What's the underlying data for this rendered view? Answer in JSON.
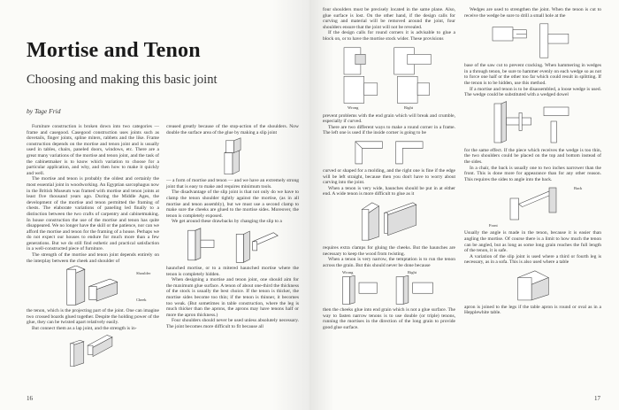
{
  "left_page": {
    "title": "Mortise and Tenon",
    "subtitle": "Choosing and making this basic joint",
    "byline": "by Tage Frid",
    "page_number": "16",
    "col1": [
      "Furniture construction is broken down into two categories — frame and casegood. Casegood construction uses joints such as dovetails, finger joints, spline miters, rabbets and the like. Frame construction depends on the mortise and tenon joint and is usually used in tables, chairs, paneled doors, windows, etc. There are a great many variations of the mortise and tenon joint, and the task of the cabinetmaker is to know which variation to choose for a particular application, and why, and then how to make it quickly and well.",
      "The mortise and tenon is probably the oldest and certainly the most essential joint in woodworking. An Egyptian sarcophagus now in the British Museum was framed with mortise and tenon joints at least five thousand years ago. During the Middle Ages, the development of the mortise and tenon permitted the framing of chests. The elaborate variations of paneling led finally to a distinction between the two crafts of carpentry and cabinetmaking. In house construction the use of the mortise and tenon has quite disappeared. We no longer have the skill or the patience, nor can we afford the mortise and tenon for the framing of a house. Perhaps we do not expect our houses to endure for much more than a few generations. But we do still find esthetic and practical satisfaction in a well-constructed piece of furniture.",
      "The strength of the mortise and tenon joint depends entirely on the interplay between the cheek and shoulder of"
    ],
    "col1b": [
      "the tenon, which is the projecting part of the joint. One can imagine two crossed boards glued together. Despite the holding power of the glue, they can be twisted apart relatively easily.",
      "But connect them as a lap joint, and the strength is in-"
    ],
    "labels": {
      "shoulder": "Shoulder",
      "cheek": "Cheek"
    },
    "col2a": "creased greatly because of the stop-action of the shoulders. Now double the surface area of the glue by making a slip joint",
    "col2b": [
      "— a form of mortise and tenon — and we have an extremely strong joint that is easy to make and requires minimum tools.",
      "The disadvantage of the slip joint is that not only do we have to clamp the tenon shoulder tightly against the mortise, (as in all mortise and tenon assembly), but we must use a second clamp to make sure the cheeks are glued to the mortise sides. Moreover, the tenon is completely exposed.",
      "We get around these drawbacks by changing the slip to a"
    ],
    "col2c": [
      "haunched mortise, or to a mitered haunched mortise where the tenon is completely hidden.",
      "When designing a mortise and tenon joint, one should aim for the maximum glue surface. A tenon of about one-third the thickness of the stock is usually the best choice. If the tenon is thicker, the mortise sides become too thin; if the tenon is thinner, it becomes too weak. (But sometimes in table construction, where the leg is much thicker than the aprons, the aprons may have tenons half or more the apron thickness.)",
      "Four shoulders should never be used unless absolutely necessary. The joint becomes more difficult to fit because all"
    ]
  },
  "right_page": {
    "page_number": "17",
    "col1a": [
      "four shoulders must be precisely located in the same plane. Also, glue surface is lost. On the other hand, if the design calls for curving and material will be removed around the joint, four shoulders ensure that the joint will not be revealed.",
      "If the design calls for round corners it is advisable to glue a block on, or to have the mortise stock wider. These provisions"
    ],
    "labels": {
      "wrong": "Wrong",
      "right": "Right",
      "back": "Back",
      "front": "Front"
    },
    "col1b": [
      "prevent problems with the end grain which will break and crumble, especially if curved.",
      "There are two different ways to make a round corner in a frame. The left one is used if the inside corner is going to be"
    ],
    "col1c": [
      "curved or shaped for a molding, and the right one is fine if the edge will be left straight, because then you don't have to worry about carving into the joint.",
      "When a tenon is very wide, haunches should be put in at either end. A wide tenon is more difficult to glue as it"
    ],
    "col1d": [
      "requires extra clamps for gluing the cheeks. But the haunches are necessary to keep the wood from twisting.",
      "When a tenon is very narrow, the temptation is to run the tenon across the grain. But this should never be done because"
    ],
    "col1e": "then the cheeks glue into end grain which is not a glue surface. The way to fasten narrow tenons is to use double (or triple) tenons, running the mortises in the direction of the long grain to provide good glue surface.",
    "col2a": "Wedges are used to strengthen the joint. When the tenon is cut to receive the wedge be sure to drill a small hole at the",
    "col2b": [
      "base of the saw cut to prevent cracking. When hammering in wedges in a through tenon, be sure to hammer evenly on each wedge so as not to force one half or the other too far which could result in splitting. If the tenon is to be hidden, use this method.",
      "If a mortise and tenon is to be disassembled, a loose wedge is used. The wedge could be substituted with a wedged dowel"
    ],
    "col2c": [
      "for the same effect. If the piece which receives the wedge is too thin, the two shoulders could be placed on the top and bottom instead of the sides.",
      "In a chair, the back is usually one to two inches narrower than the front. This is done more for appearance than for any other reason. This requires the sides to angle into the back."
    ],
    "col2d": [
      "Usually the angle is made in the tenon, because it is easier than angling the mortise. Of course there is a limit to how much the tenon can be angled, but as long as some long grain reaches the full length of the tenon, it is safe.",
      "A variation of the slip joint is used where a third or fourth leg is necessary, as in a sofa. This is also used where a table"
    ],
    "col2e": "apron is joined to the legs if the table apron is round or oval as in a Hepplewhite table."
  }
}
